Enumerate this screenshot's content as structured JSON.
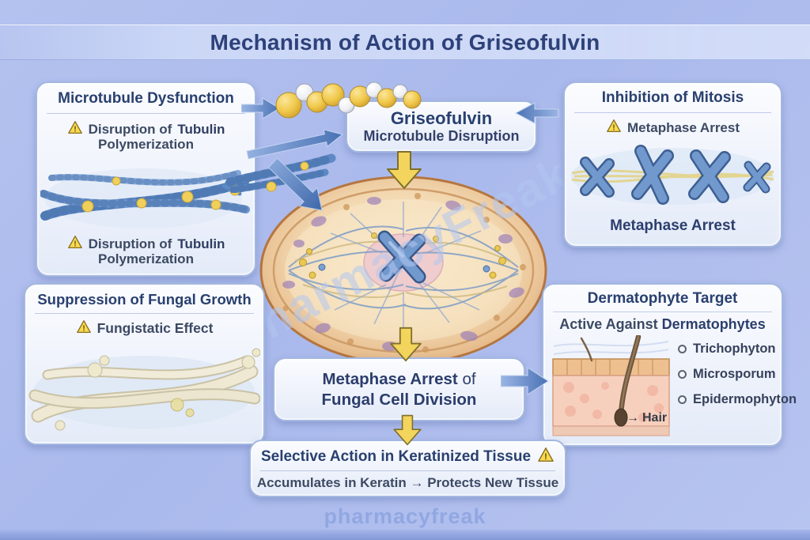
{
  "title": "Mechanism of Action of Griseofulvin",
  "icons": {
    "warning_mark": "!",
    "pointer_arrow": "→"
  },
  "colors": {
    "background": "#aebeed",
    "panel_fill": "#f2f5fc",
    "panel_border": "#a3b7e0",
    "heading_text": "#29406f",
    "body_text": "#3c4a63",
    "arrow_blue": "#5b82c4",
    "arrow_yellow": "#f2d258",
    "warning_yellow": "#f7da4e",
    "watermark_blue": "#91a7e2"
  },
  "panels": {
    "microtubule_dysfunction": {
      "heading": "Microtubule Dysfunction",
      "note_top": {
        "pre": "Disruption of",
        "emph": "Tubulin",
        "line2": "Polymerization"
      },
      "note_bottom": {
        "pre": "Disruption of",
        "emph": "Tubulin",
        "line2": "Polymerization"
      }
    },
    "griseofulvin": {
      "name": "Griseofulvin",
      "effect": "Microtubule Disruption"
    },
    "inhibition_of_mitosis": {
      "heading": "Inhibition of Mitosis",
      "note": "Metaphase Arrest",
      "caption": "Metaphase Arrest"
    },
    "suppression_of_fungal_growth": {
      "heading": "Suppression of Fungal Growth",
      "note": "Fungistatic Effect"
    },
    "metaphase_arrest": {
      "emph1": "Metaphase Arrest",
      "connector": "of",
      "line2": "Fungal Cell Division"
    },
    "dermatophyte_target": {
      "heading": "Dermatophyte Target",
      "sub_pre": "Active Against",
      "sub_emph": "Dermatophytes",
      "organisms": [
        "Trichophyton",
        "Microsporum",
        "Epidermophyton"
      ],
      "hair_label": "Hair"
    },
    "selective_action": {
      "heading": "Selective Action in Keratinized Tissue",
      "detail": "Accumulates in Keratin → Protects New Tissue"
    }
  },
  "watermarks": {
    "diagonal": "PharmacyFreak",
    "footer": "pharmacyfreak"
  }
}
